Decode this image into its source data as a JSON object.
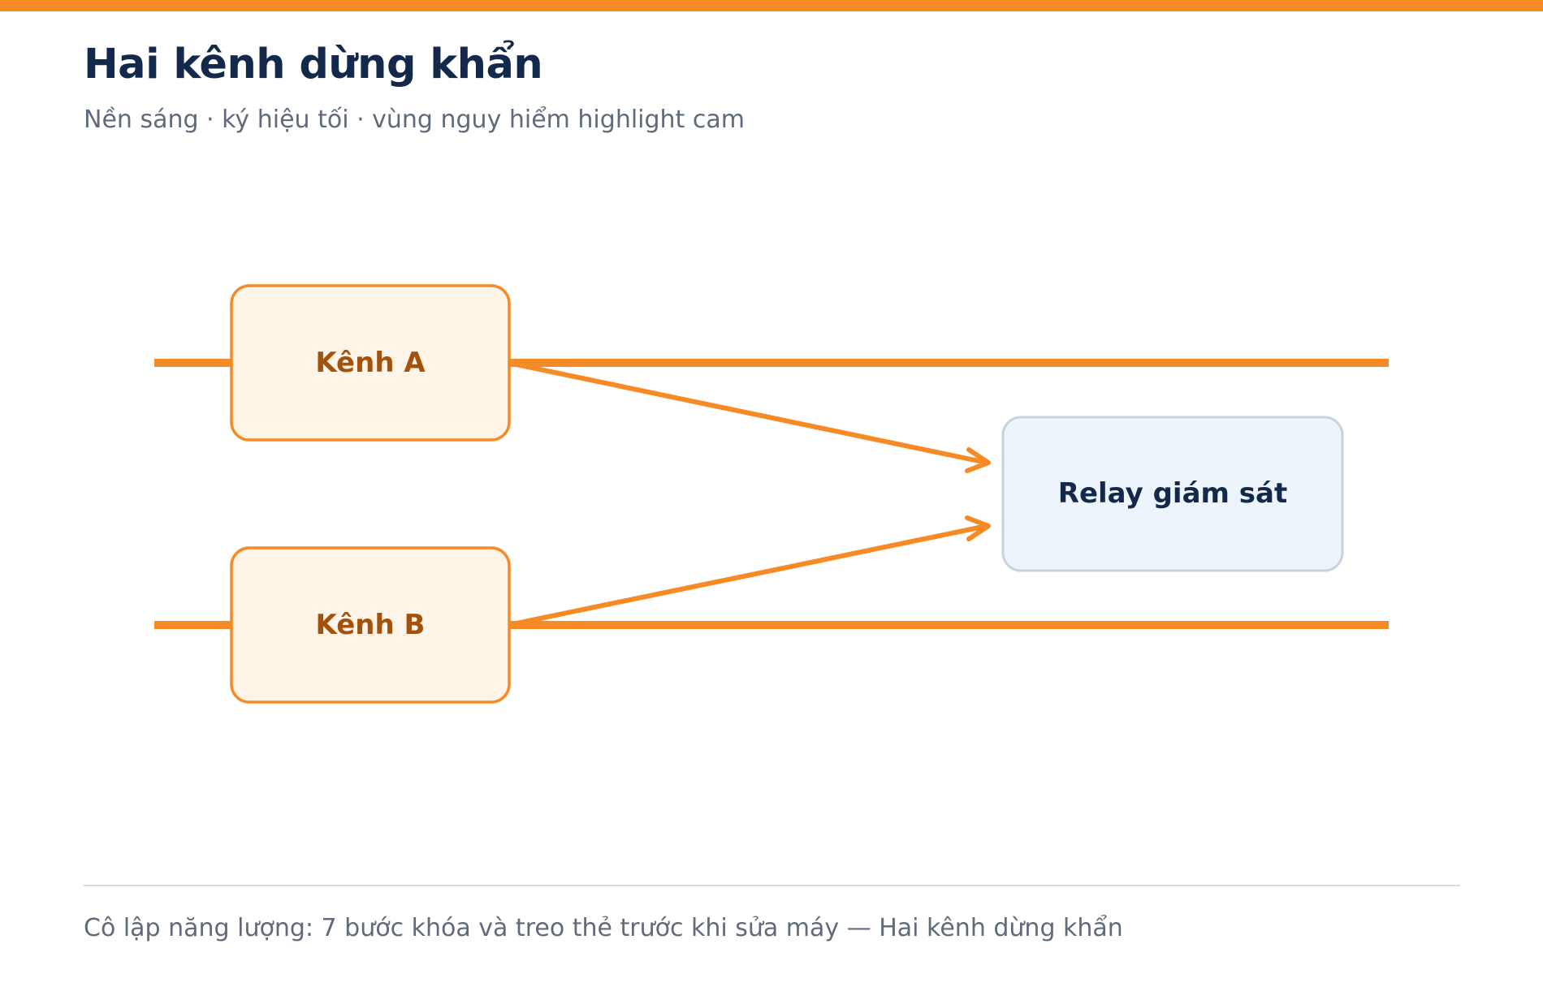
{
  "header": {
    "title": "Hai kênh dừng khẩn",
    "subtitle": "Nền sáng · ký hiệu tối · vùng nguy hiểm highlight cam"
  },
  "diagram": {
    "nodes": {
      "channel_a": {
        "label": "Kênh A"
      },
      "channel_b": {
        "label": "Kênh B"
      },
      "relay": {
        "label": "Relay giám sát"
      }
    },
    "edges": [
      {
        "from": "channel_a",
        "to": "relay"
      },
      {
        "from": "channel_b",
        "to": "relay"
      }
    ]
  },
  "footer": {
    "caption": "Cô lập năng lượng: 7 bước khóa và treo thẻ trước khi sửa máy — Hai kênh dừng khẩn"
  },
  "colors": {
    "accent": "#f68a24",
    "channel_fill": "#fff4e8",
    "channel_text": "#a2520c",
    "relay_fill": "#eef4fb",
    "relay_border": "#c9d3df",
    "relay_text": "#13294b",
    "title": "#13294b",
    "muted": "#5f6b7a"
  }
}
